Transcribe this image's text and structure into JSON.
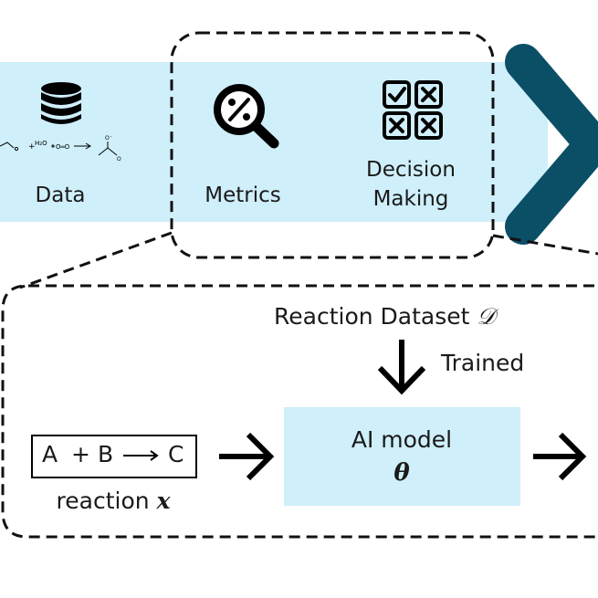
{
  "colors": {
    "band": "#cfeffa",
    "chevron": "#0b4f66",
    "ink": "#111111",
    "model_fill": "#cfeffa"
  },
  "pipeline": {
    "data_label": "Data",
    "data_icon": "database-icon",
    "reaction_scheme_icon": "reaction-scheme-icon",
    "reaction_scheme_text": {
      "water": "H₂O",
      "plus": "+",
      "o2": "O═O",
      "o_minus": "O⁻",
      "o": "O"
    },
    "metrics_label": "Metrics",
    "metrics_icon": "percent-magnifier-icon",
    "decision_label_line1": "Decision",
    "decision_label_line2": "Making",
    "decision_icon": "checkbox-grid-icon",
    "next_icon": "chevron-right-icon"
  },
  "detail": {
    "dataset_label": "Reaction Dataset",
    "dataset_symbol": "𝒟",
    "trained_label": "Trained",
    "reaction_box": {
      "a": "A",
      "plus": "+",
      "b": "B",
      "c": "C"
    },
    "reaction_label": "reaction",
    "reaction_symbol": "𝒙",
    "model_label": "AI model",
    "model_symbol": "𝜽"
  }
}
